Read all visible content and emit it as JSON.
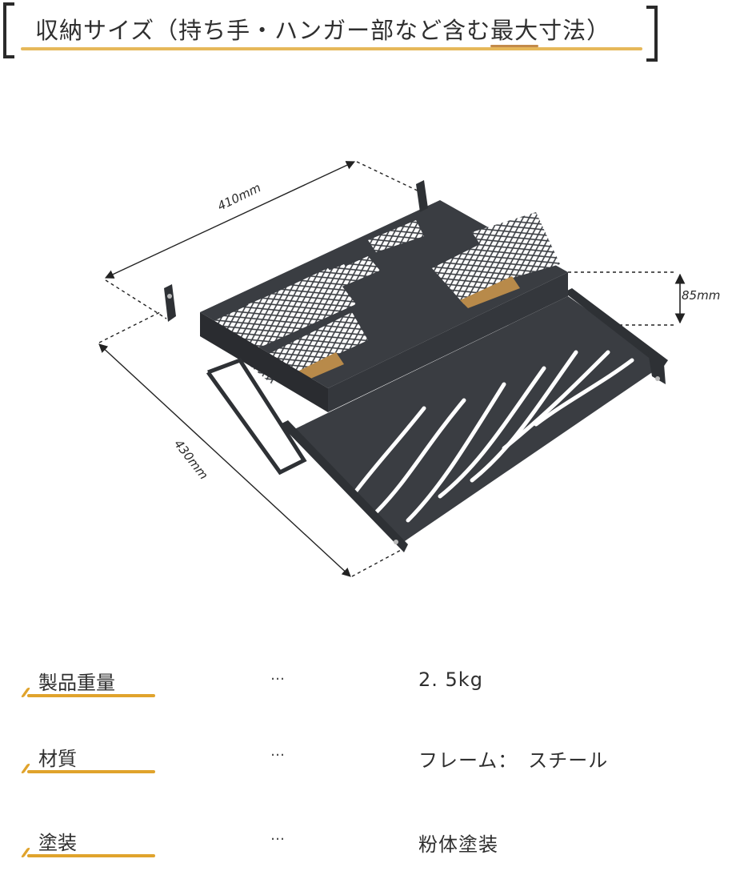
{
  "header": {
    "title_prefix": "収納サイズ（持ち手・ハンガー部など含む",
    "title_emphasis": "最大",
    "title_suffix": "寸法）",
    "accent_color": "#e6b85a"
  },
  "product": {
    "image_alt": "Folding steel rack with tree-pattern mesh top and root-pattern lower shelf",
    "dimensions": {
      "width": "410mm",
      "depth": "430mm",
      "height": "85mm"
    },
    "colors": {
      "frame": "#3a3d42",
      "mesh_accent": "#b88a4a"
    }
  },
  "specs": [
    {
      "label": "製品重量",
      "separator": "…",
      "value": "2. 5kg"
    },
    {
      "label": "材質",
      "separator": "…",
      "value": "フレーム：　スチール"
    },
    {
      "label": "塗装",
      "separator": "…",
      "value": "粉体塗装"
    }
  ],
  "spec_accent_color": "#e0a32c"
}
